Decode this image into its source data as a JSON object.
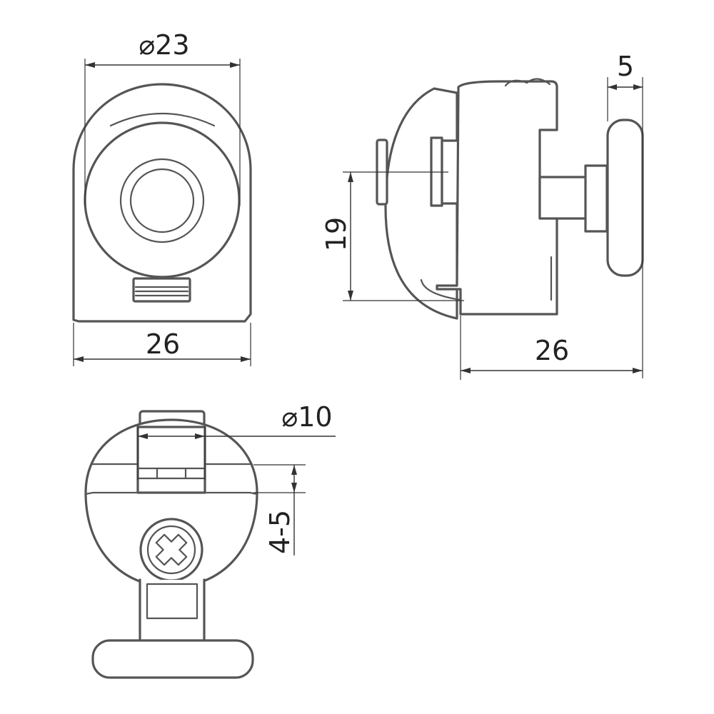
{
  "views": {
    "front": {
      "dims": {
        "diameter": "⌀23",
        "width": "26"
      }
    },
    "side": {
      "dims": {
        "wheel_width": "5",
        "offset": "19",
        "depth": "26"
      }
    },
    "top": {
      "dims": {
        "axle_diameter": "⌀10",
        "glass_thickness": "4-5"
      }
    }
  },
  "colors": {
    "line": "#555555",
    "dimension": "#333333",
    "background": "#ffffff"
  }
}
